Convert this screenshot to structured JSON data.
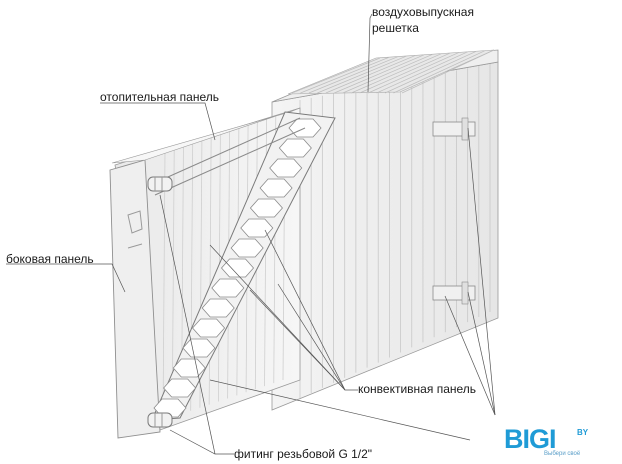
{
  "labels": {
    "air_grille_line1": "воздуховыпускная",
    "air_grille_line2": "решетка",
    "heating_panel": "отопительная панель",
    "side_panel": "боковая панель",
    "convection_panel": "конвективная панель",
    "fitting": "фитинг резьбовой G 1/2\""
  },
  "logo": {
    "brand": "BIGI",
    "suffix": "BY",
    "tagline": "Выбери своё"
  }
}
